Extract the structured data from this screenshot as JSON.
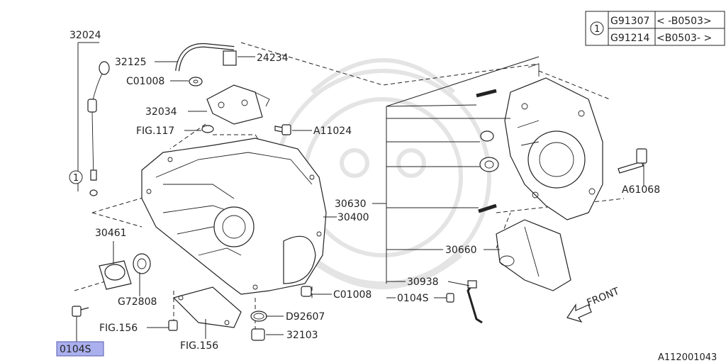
{
  "parts": {
    "p32024": "32024",
    "p32125": "32125",
    "p24234": "24234",
    "pC01008a": "C01008",
    "p32034": "32034",
    "pFIG117": "FIG.117",
    "pA11024": "A11024",
    "p30630": "30630",
    "p30400": "30400",
    "pA61068": "A61068",
    "p30461": "30461",
    "pG72808": "G72808",
    "pC01008b": "C01008",
    "pD92607": "D92607",
    "p30660": "30660",
    "p30938": "30938",
    "p0104Sb": "0104S",
    "pFIG156a": "FIG.156",
    "pFIG156b": "FIG.156",
    "p32103": "32103",
    "p0104Sa": "0104S"
  },
  "callout": "1",
  "table": {
    "marker": "1",
    "rows": [
      {
        "part": "G91307",
        "range": "< -B0503>"
      },
      {
        "part": "G91214",
        "range": "<B0503- >"
      }
    ]
  },
  "front_label": "FRONT",
  "diagram_id": "A112001043",
  "colors": {
    "highlight": "#aab0ee",
    "line": "#222222",
    "watermark": "#e4e4e4"
  }
}
